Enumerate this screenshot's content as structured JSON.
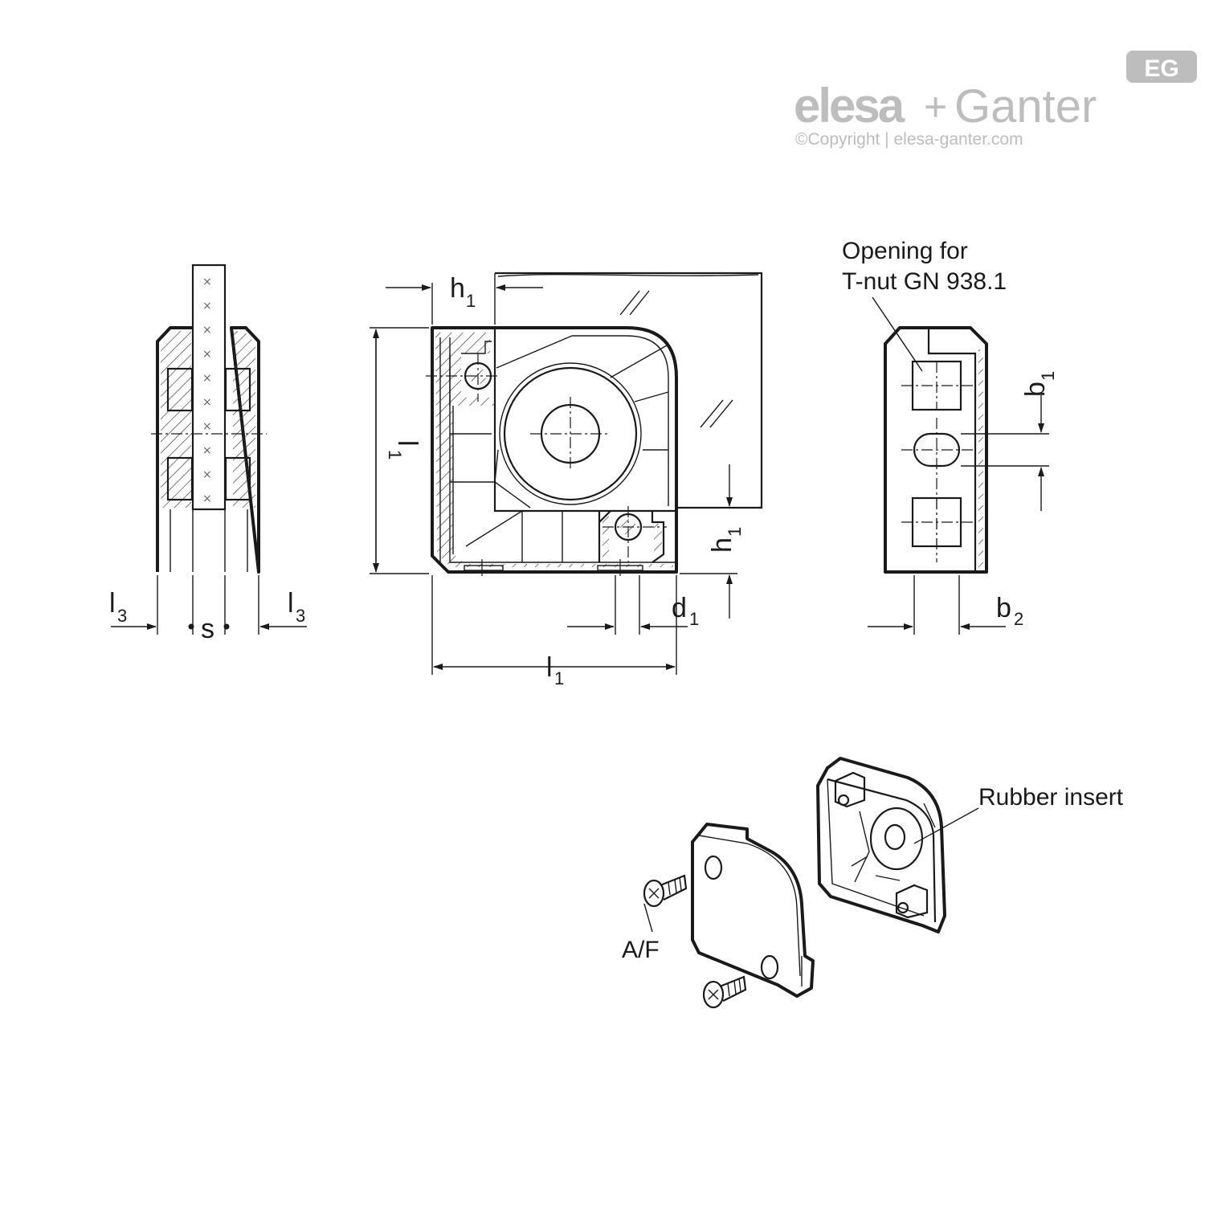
{
  "logo": {
    "brand_left": "elesa",
    "brand_plus": "+",
    "brand_right": "Ganter",
    "badge": "EG",
    "copyright": "©Copyright | elesa-ganter.com"
  },
  "colors": {
    "line": "#1a1a1a",
    "logo_grey": "#bdbdbd",
    "insert_grey": "#cfcfcf"
  },
  "labels": {
    "opening_line1": "Opening for",
    "opening_line2": "T-nut GN 938.1",
    "rubber_insert": "Rubber insert",
    "af": "A/F"
  },
  "dimensions": {
    "h1_top": {
      "main": "h",
      "sub": "1"
    },
    "h1_right": {
      "main": "h",
      "sub": "1"
    },
    "l1_vertical": {
      "main": "l",
      "sub": "1"
    },
    "l1_horizontal": {
      "main": "l",
      "sub": "1"
    },
    "d1": {
      "main": "d",
      "sub": "1"
    },
    "b1": {
      "main": "b",
      "sub": "1"
    },
    "b2": {
      "main": "b",
      "sub": "2"
    },
    "l3_left": {
      "main": "l",
      "sub": "3"
    },
    "l3_right": {
      "main": "l",
      "sub": "3"
    },
    "s": "s"
  }
}
